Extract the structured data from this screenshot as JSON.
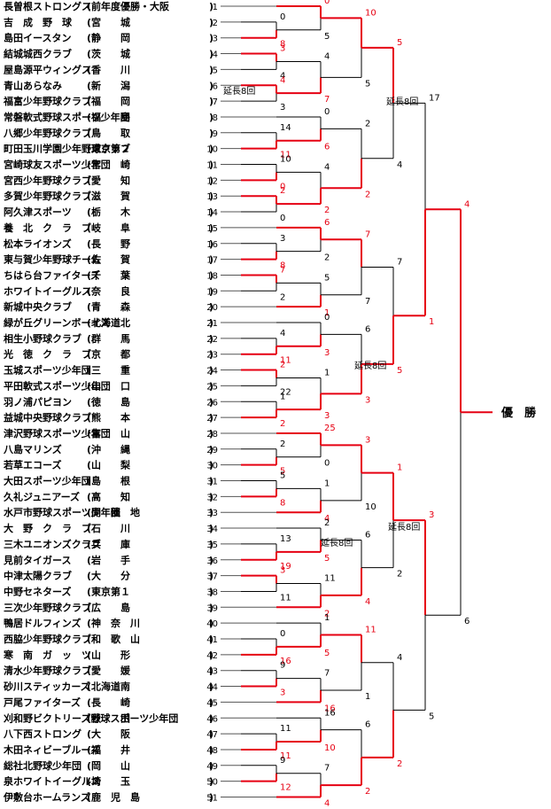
{
  "teams": [
    {
      "seed": "1",
      "name": "長曽根ストロングス",
      "pref": "前年度優勝・大阪"
    },
    {
      "seed": "2",
      "name": "吉　成　野　球",
      "pref": "宮　　城"
    },
    {
      "seed": "3",
      "name": "島田イースタン",
      "pref": "静　　岡"
    },
    {
      "seed": "4",
      "name": "結城城西クラブ",
      "pref": "茨　　城"
    },
    {
      "seed": "5",
      "name": "屋島源平ウィングス",
      "pref": "香　　川"
    },
    {
      "seed": "6",
      "name": "青山あらなみ",
      "pref": "新　　潟"
    },
    {
      "seed": "7",
      "name": "福富少年野球クラブ",
      "pref": "福　　岡"
    },
    {
      "seed": "8",
      "name": "常磐軟式野球スポーツ少年団",
      "pref": "福　　島"
    },
    {
      "seed": "9",
      "name": "八郷少年野球クラブ",
      "pref": "鳥　　取"
    },
    {
      "seed": "10",
      "name": "町田玉川学園少年野球クラブ",
      "pref": "東京第２"
    },
    {
      "seed": "11",
      "name": "宮崎球友スポーツ少年団",
      "pref": "宮　　崎"
    },
    {
      "seed": "12",
      "name": "宮西少年野球クラブ",
      "pref": "愛　　知"
    },
    {
      "seed": "13",
      "name": "多賀少年野球クラブ",
      "pref": "滋　　賀"
    },
    {
      "seed": "14",
      "name": "阿久津スポーツ",
      "pref": "栃　　木"
    },
    {
      "seed": "15",
      "name": "養　北　ク　ラ　ブ",
      "pref": "岐　　阜"
    },
    {
      "seed": "16",
      "name": "松本ライオンズ",
      "pref": "長　　野"
    },
    {
      "seed": "17",
      "name": "東与賀少年野球チーム",
      "pref": "佐　　賀"
    },
    {
      "seed": "18",
      "name": "ちはら台ファイターズ",
      "pref": "千　　葉"
    },
    {
      "seed": "19",
      "name": "ホワイトイーグルス",
      "pref": "奈　　良"
    },
    {
      "seed": "20",
      "name": "新城中央クラブ",
      "pref": "青　　森"
    },
    {
      "seed": "21",
      "name": "緑が丘グリーンボーイズ",
      "pref": "北海道北"
    },
    {
      "seed": "22",
      "name": "相生小野球クラブ",
      "pref": "群　　馬"
    },
    {
      "seed": "23",
      "name": "光　徳　ク　ラ　ブ",
      "pref": "京　　都"
    },
    {
      "seed": "24",
      "name": "玉城スポーツ少年団",
      "pref": "三　　重"
    },
    {
      "seed": "25",
      "name": "平田軟式スポーツ少年団",
      "pref": "山　　口"
    },
    {
      "seed": "26",
      "name": "羽ノ浦パピヨン",
      "pref": "徳　　島"
    },
    {
      "seed": "27",
      "name": "益城中央野球クラブ",
      "pref": "熊　　本"
    },
    {
      "seed": "28",
      "name": "津沢野球スポーツ少年団",
      "pref": "富　　山"
    },
    {
      "seed": "29",
      "name": "八島マリンズ",
      "pref": "沖　　縄"
    },
    {
      "seed": "30",
      "name": "若草エコーズ",
      "pref": "山　　梨"
    },
    {
      "seed": "31",
      "name": "大田スポーツ少年団",
      "pref": "島　　根"
    },
    {
      "seed": "32",
      "name": "久礼ジュニアーズ",
      "pref": "高　　知"
    },
    {
      "seed": "33",
      "name": "水戸市野球スポーツ少年団",
      "pref": "開　催　地"
    },
    {
      "seed": "34",
      "name": "大　野　ク　ラ　ブ",
      "pref": "石　　川"
    },
    {
      "seed": "35",
      "name": "三木ユニオンズクラブ",
      "pref": "兵　　庫"
    },
    {
      "seed": "36",
      "name": "見前タイガース",
      "pref": "岩　　手"
    },
    {
      "seed": "37",
      "name": "中津太陽クラブ",
      "pref": "大　　分"
    },
    {
      "seed": "38",
      "name": "中野セネターズ",
      "pref": "東京第１"
    },
    {
      "seed": "39",
      "name": "三次少年野球クラブ",
      "pref": "広　　島"
    },
    {
      "seed": "40",
      "name": "鴨居ドルフィンズ",
      "pref": "神　奈　川"
    },
    {
      "seed": "41",
      "name": "西脇少年野球クラブ",
      "pref": "和　歌　山"
    },
    {
      "seed": "42",
      "name": "寒　南　ガ　ッ　ツ",
      "pref": "山　　形"
    },
    {
      "seed": "43",
      "name": "清水少年野球クラブ",
      "pref": "愛　　媛"
    },
    {
      "seed": "44",
      "name": "砂川スティッカーズ",
      "pref": "北海道南"
    },
    {
      "seed": "45",
      "name": "戸尾ファイターズ",
      "pref": "長　　崎"
    },
    {
      "seed": "46",
      "name": "刈和野ビクトリーズ野球スポーツ少年団",
      "pref": "秋　　田"
    },
    {
      "seed": "47",
      "name": "八下西ストロング",
      "pref": "大　　阪"
    },
    {
      "seed": "48",
      "name": "木田ネィビーブルーズ",
      "pref": "福　　井"
    },
    {
      "seed": "49",
      "name": "総社北野球少年団",
      "pref": "岡　　山"
    },
    {
      "seed": "50",
      "name": "泉ホワイトイーグルス",
      "pref": "埼　　玉"
    },
    {
      "seed": "51",
      "name": "伊敷台ホームランズ",
      "pref": "鹿　児　島"
    }
  ],
  "scores": [
    "0",
    "8",
    "3",
    "4",
    "4",
    "3",
    "14",
    "11",
    "10",
    "0",
    "2",
    "0",
    "3",
    "8",
    "7",
    "2",
    "4",
    "11",
    "2",
    "22",
    "1",
    "2",
    "2",
    "5",
    "5",
    "8",
    "13",
    "19",
    "3",
    "11",
    "0",
    "16",
    "9",
    "3",
    "11",
    "11",
    "9",
    "12",
    "0",
    "5",
    "4",
    "7",
    "0",
    "6",
    "4",
    "2",
    "6",
    "2",
    "5",
    "1",
    "0",
    "3",
    "1",
    "3",
    "25",
    "0",
    "1",
    "4",
    "2",
    "5",
    "11",
    "2",
    "1",
    "5",
    "7",
    "16",
    "16",
    "10",
    "7",
    "4",
    "10",
    "5",
    "2",
    "2",
    "7",
    "7",
    "6",
    "3",
    "3",
    "10",
    "6",
    "4",
    "11",
    "1",
    "6",
    "2",
    "5",
    "4",
    "7",
    "5",
    "1",
    "2",
    "4",
    "2",
    "17",
    "1",
    "3",
    "5",
    "4",
    "6"
  ],
  "extra_innings": [
    "延長8回",
    "延長8回",
    "延長8回",
    "延長8回",
    "延長8回"
  ],
  "champion": "優　勝",
  "colors": {
    "win": "#e60012",
    "lose": "#000000",
    "base": "#555555"
  }
}
